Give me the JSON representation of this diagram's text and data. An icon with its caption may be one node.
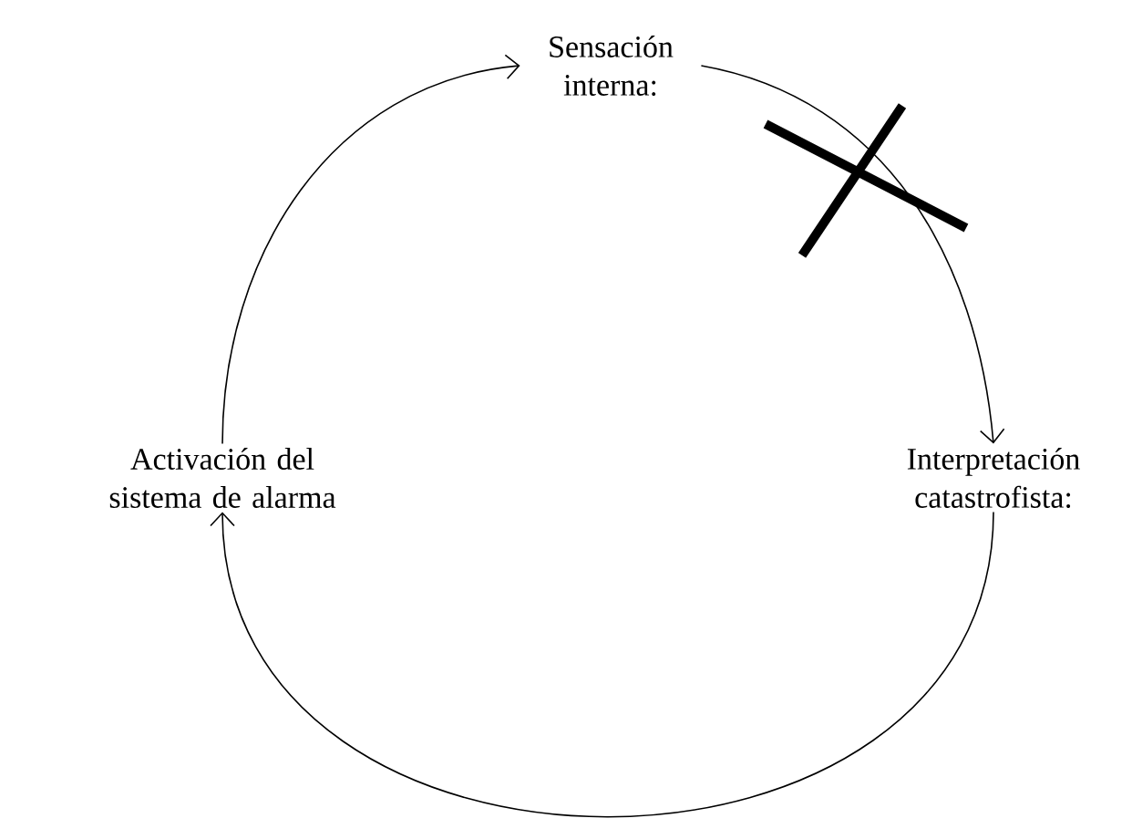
{
  "diagram": {
    "nodes": [
      {
        "text": [
          "Sensación interna:"
        ]
      },
      {
        "text": [
          "Interpretación catastrofista:"
        ]
      },
      {
        "text": [
          "Activación del sistema de alarma"
        ]
      }
    ],
    "edges": [
      {
        "from": 0,
        "to": 1,
        "arrow": "to"
      },
      {
        "from": 1,
        "to": 2,
        "arrow": "to"
      },
      {
        "from": 2,
        "to": 0,
        "arrow": "to"
      }
    ]
  }
}
